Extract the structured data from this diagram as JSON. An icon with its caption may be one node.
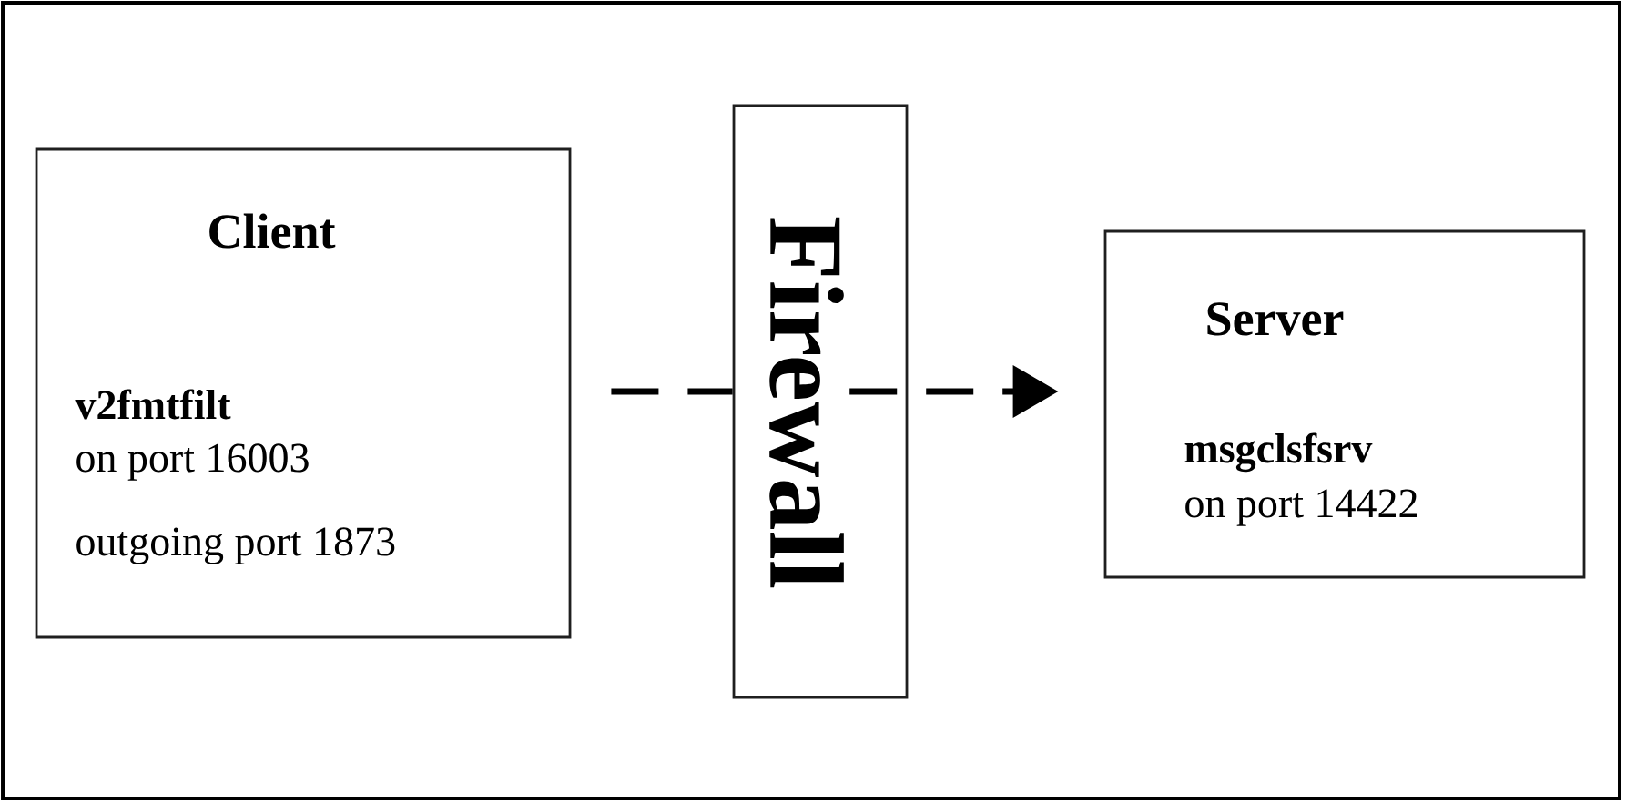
{
  "diagram": {
    "nodes": [
      {
        "text": [
          "Client",
          "v2fmtfilt",
          "on port 16003",
          "outgoing port 1873"
        ]
      },
      {
        "text": [
          "Firewall"
        ]
      },
      {
        "text": [
          "Server",
          "msgclsfsrv",
          "on port 14422"
        ]
      }
    ],
    "edges": [
      {
        "from": 0,
        "to": 1,
        "arrow": "none",
        "style": "dashed"
      },
      {
        "from": 1,
        "to": 2,
        "arrow": "to",
        "style": "dashed"
      }
    ]
  }
}
